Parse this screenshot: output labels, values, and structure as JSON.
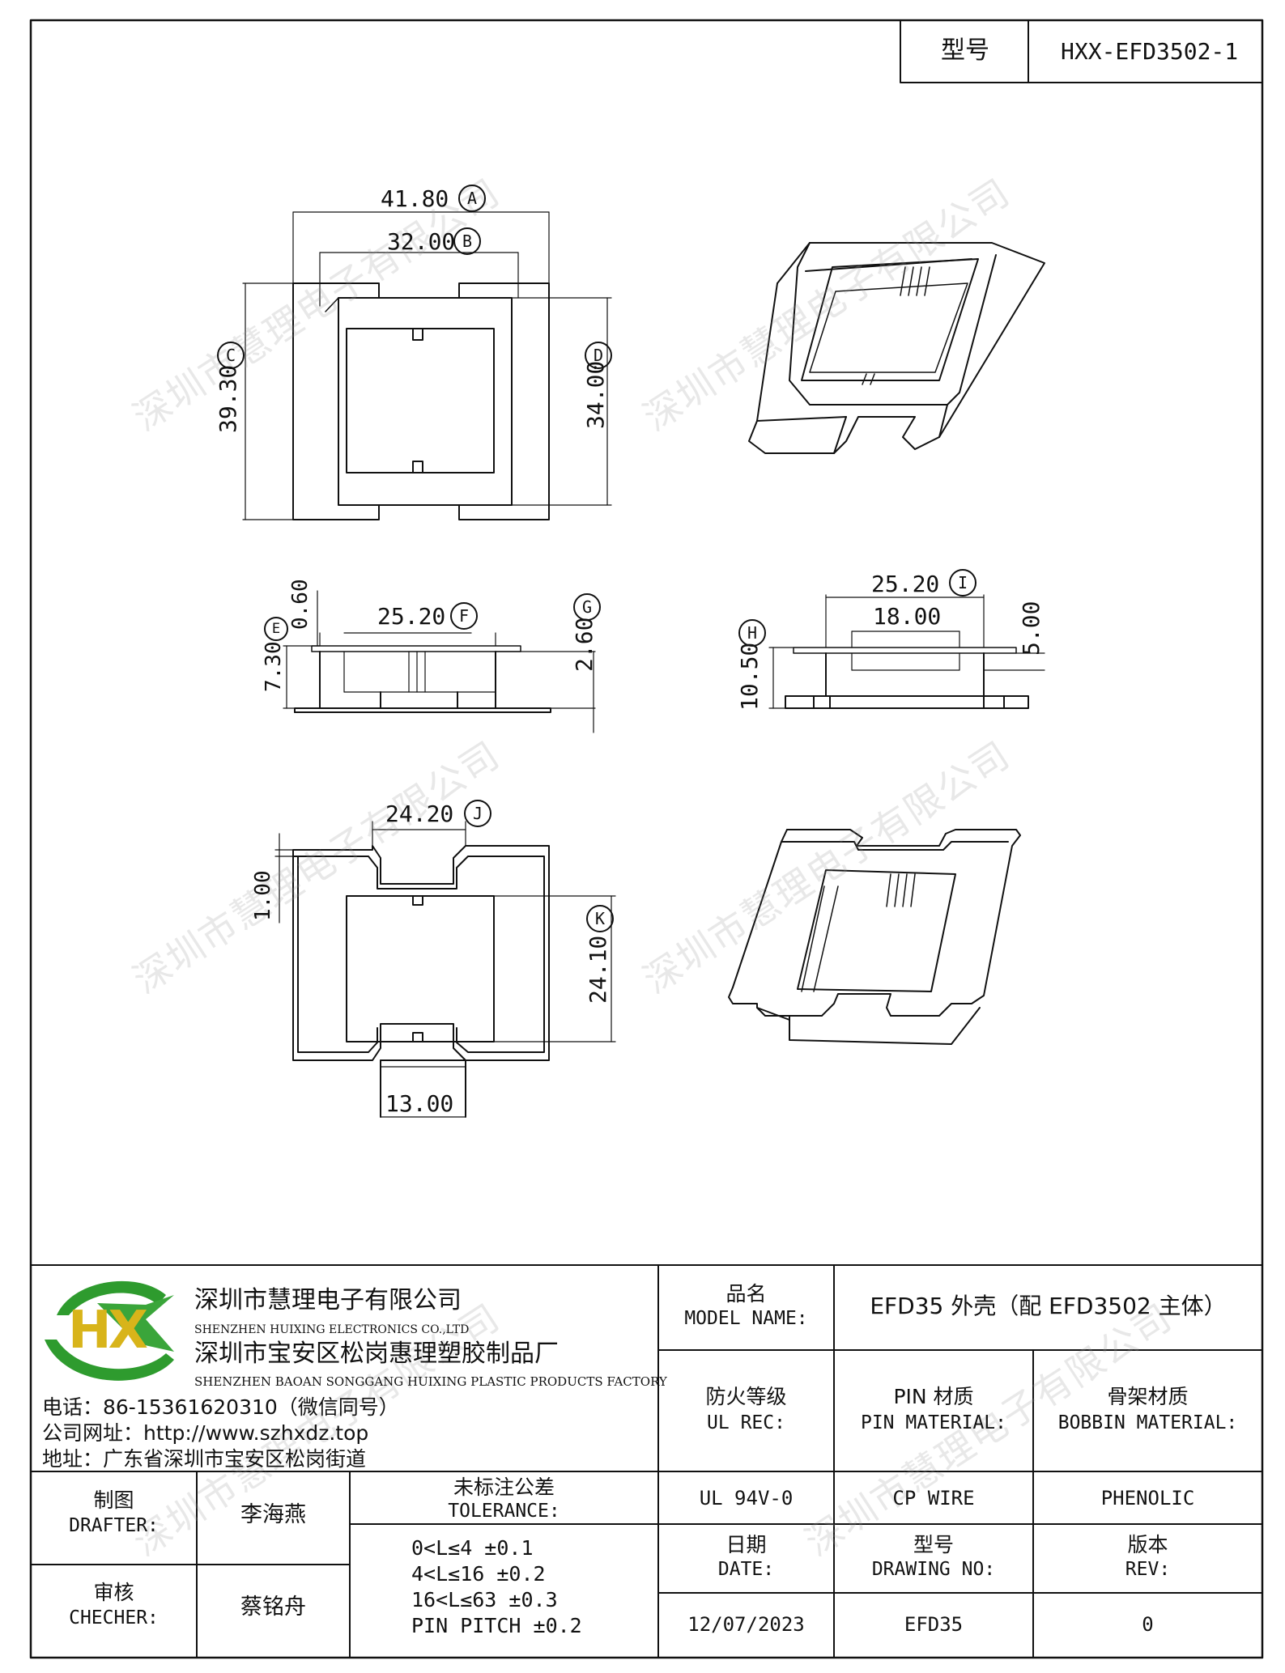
{
  "header": {
    "model_label": "型号",
    "model_value": "HXX-EFD3502-1"
  },
  "dimensions": {
    "A": "41.80",
    "A_tag": "A",
    "B": "32.00",
    "B_tag": "B",
    "C": "39.30",
    "C_tag": "C",
    "D": "34.00",
    "D_tag": "D",
    "E": "7.30",
    "E_tag": "E",
    "F": "25.20",
    "F_tag": "F",
    "G": "2.60",
    "G_tag": "G",
    "side_top": "0.60",
    "H": "10.50",
    "H_tag": "H",
    "I": "25.20",
    "I_tag": "I",
    "inner_width": "18.00",
    "side_right": "5.00",
    "J": "24.20",
    "J_tag": "J",
    "K": "24.10",
    "K_tag": "K",
    "left_small": "1.00",
    "bottom_width": "13.00"
  },
  "watermark": "深圳市慧理电子有限公司",
  "company": {
    "logo_text": "HX",
    "name_cn": "深圳市慧理电子有限公司",
    "name_en": "SHENZHEN HUIXING ELECTRONICS CO.,LTD",
    "factory_cn": "深圳市宝安区松岗惠理塑胶制品厂",
    "factory_en": "SHENZHEN BAOAN SONGGANG HUIXING PLASTIC PRODUCTS FACTORY",
    "phone": "电话：86-15361620310（微信同号）",
    "website": "公司网址：http://www.szhxdz.top",
    "address": "地址：广东省深圳市宝安区松岗街道"
  },
  "title_block": {
    "product_name_label_cn": "品名",
    "product_name_label_en": "MODEL NAME:",
    "product_name_value": "EFD35 外壳（配 EFD3502 主体）",
    "fire_label_cn": "防火等级",
    "fire_label_en": "UL REC:",
    "pin_label_cn": "PIN 材质",
    "pin_label_en": "PIN MATERIAL:",
    "bobbin_label_cn": "骨架材质",
    "bobbin_label_en": "BOBBIN MATERIAL:",
    "fire_value": "UL 94V-0",
    "pin_value": "CP WIRE",
    "bobbin_value": "PHENOLIC",
    "drafter_cn": "制图",
    "drafter_en": "DRAFTER:",
    "drafter_name": "李海燕",
    "checker_cn": "审核",
    "checker_en": "CHECHER:",
    "checker_name": "蔡铭舟",
    "tolerance_cn": "未标注公差",
    "tolerance_en": "TOLERANCE:",
    "tolerance_lines": [
      "0<L≤4   ±0.1",
      "4<L≤16  ±0.2",
      "16<L≤63 ±0.3",
      "PIN PITCH ±0.2"
    ],
    "date_cn": "日期",
    "date_en": "DATE:",
    "drawing_no_cn": "型号",
    "drawing_no_en": "DRAWING NO:",
    "rev_cn": "版本",
    "rev_en": "REV:",
    "date_value": "12/07/2023",
    "drawing_no_value": "EFD35",
    "rev_value": "0"
  }
}
